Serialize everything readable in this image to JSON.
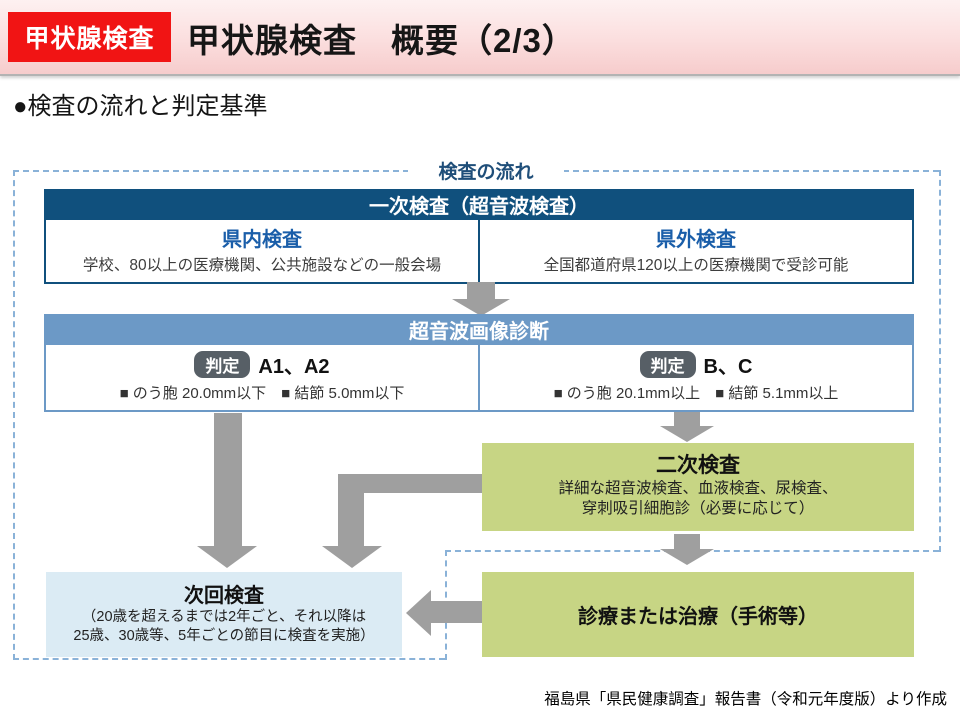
{
  "page": {
    "tag": "甲状腺検査",
    "title": "甲状腺検査　概要（2/3）",
    "section_heading": "●検査の流れと判定基準",
    "source": "福島県「県民健康調査」報告書（令和元年度版）より作成"
  },
  "flow": {
    "frame_label": "検査の流れ",
    "primary": {
      "header": "一次検査（超音波検査）",
      "left": {
        "title": "県内検査",
        "desc": "学校、80以上の医療機関、公共施設などの一般会場"
      },
      "right": {
        "title": "県外検査",
        "desc": "全国都道府県120以上の医療機関で受診可能"
      }
    },
    "diagnosis": {
      "header": "超音波画像診断",
      "left": {
        "badge": "判定",
        "grades": "A1、A2",
        "criteria": "■ のう胞 20.0mm以下　■ 結節 5.0mm以下"
      },
      "right": {
        "badge": "判定",
        "grades": "B、C",
        "criteria": "■ のう胞 20.1mm以上　■ 結節 5.1mm以上"
      }
    },
    "secondary": {
      "title": "二次検査",
      "desc_line1": "詳細な超音波検査、血液検査、尿検査、",
      "desc_line2": "穿刺吸引細胞診（必要に応じて）"
    },
    "treatment": {
      "title": "診療または治療（手術等）"
    },
    "next_exam": {
      "title": "次回検査",
      "desc_line1": "（20歳を超えるまでは2年ごと、それ以降は",
      "desc_line2": "25歳、30歳等、5年ごとの節目に検査を実施）"
    }
  },
  "colors": {
    "accent_red": "#f11414",
    "navy": "#10507D",
    "medium_blue": "#6C99C6",
    "cell_title_blue": "#1A5EA9",
    "green": "#C7D584",
    "light_blue": "#DBEBF4",
    "arrow_gray": "#9f9f9f",
    "badge_gray": "#575F66",
    "frame_dash_blue": "#8ab2d8"
  }
}
